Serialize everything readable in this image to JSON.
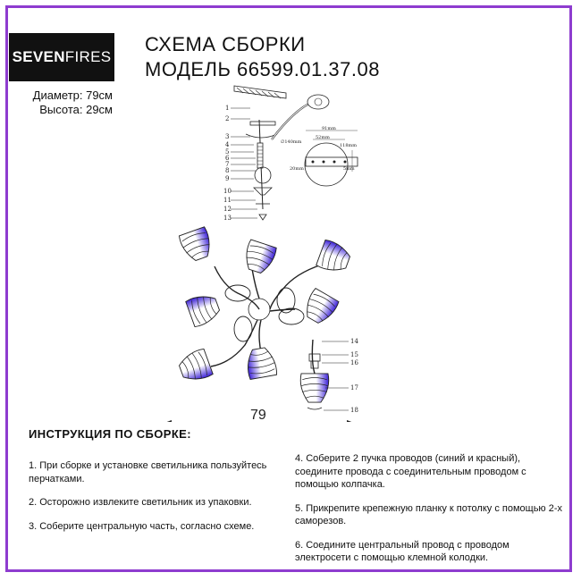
{
  "brand": {
    "bold": "SEVEN",
    "light": "FIRES"
  },
  "specs": {
    "diameter": "Диаметр: 79см",
    "height": "Высота: 29см"
  },
  "title": {
    "line1": "СХЕМА СБОРКИ",
    "line2": "МОДЕЛЬ 66599.01.37.08"
  },
  "diagram": {
    "dimension": "79",
    "part_numbers_left": [
      "1",
      "2",
      "3",
      "4",
      "5",
      "6",
      "7",
      "8",
      "9",
      "10",
      "11",
      "12",
      "13"
    ],
    "part_numbers_right": [
      "14",
      "15",
      "16",
      "17",
      "18"
    ],
    "detail_labels": {
      "d140": "∅140mm",
      "w91": "91mm",
      "w52": "52mm",
      "w118": "118mm",
      "h20": "20mm",
      "h5": "5mm"
    }
  },
  "instructions": {
    "heading": "ИНСТРУКЦИЯ ПО СБОРКЕ:",
    "left": [
      "1. При сборке и установке светильника пользуйтесь перчатками.",
      "2. Осторожно извлеките светильник из упаковки.",
      "3. Соберите центральную часть, согласно схеме."
    ],
    "right": [
      "4. Соберите 2 пучка проводов (синий и красный), соедините провода с соединительным проводом с помощью колпачка.",
      "5. Прикрепите крепежную планку к потолку с помощью 2-х саморезов.",
      "6. Соедините центральный провод с проводом электросети с помощью клемной колодки."
    ]
  },
  "colors": {
    "border": "#8e3ccf",
    "shade_accent": "#3a1fd6",
    "logo_bg": "#111111"
  }
}
